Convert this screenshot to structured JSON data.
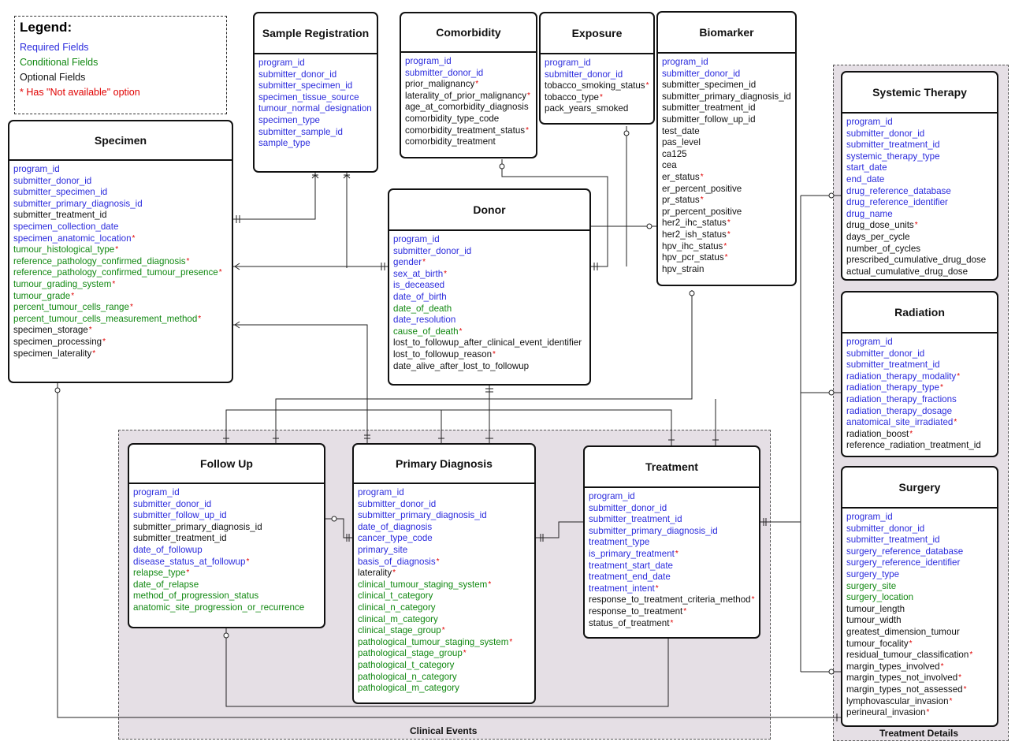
{
  "legend": {
    "title": "Legend:",
    "items": [
      {
        "text": "Required Fields",
        "kind": "req"
      },
      {
        "text": "Conditional Fields",
        "kind": "cond"
      },
      {
        "text": "Optional Fields",
        "kind": "opt"
      },
      {
        "text": "* Has \"Not available\" option",
        "kind": "star"
      }
    ]
  },
  "colors": {
    "required": "#2b2bdd",
    "conditional": "#118811",
    "optional": "#111111",
    "star": "#e00000",
    "group_bg": "#e5dfe5"
  },
  "groups": {
    "clinical_events": "Clinical Events",
    "treatment_details": "Treatment Details"
  },
  "entities": {
    "sample_registration": {
      "title": "Sample Registration",
      "fields": [
        {
          "name": "program_id",
          "kind": "req",
          "star": false
        },
        {
          "name": "submitter_donor_id",
          "kind": "req",
          "star": false
        },
        {
          "name": "submitter_specimen_id",
          "kind": "req",
          "star": false
        },
        {
          "name": "specimen_tissue_source",
          "kind": "req",
          "star": false
        },
        {
          "name": "tumour_normal_designation",
          "kind": "req",
          "star": false
        },
        {
          "name": "specimen_type",
          "kind": "req",
          "star": false
        },
        {
          "name": "submitter_sample_id",
          "kind": "req",
          "star": false
        },
        {
          "name": "sample_type",
          "kind": "req",
          "star": false
        }
      ]
    },
    "comorbidity": {
      "title": "Comorbidity",
      "fields": [
        {
          "name": "program_id",
          "kind": "req",
          "star": false
        },
        {
          "name": "submitter_donor_id",
          "kind": "req",
          "star": false
        },
        {
          "name": "prior_malignancy",
          "kind": "opt",
          "star": true
        },
        {
          "name": "laterality_of_prior_malignancy",
          "kind": "opt",
          "star": true
        },
        {
          "name": "age_at_comorbidity_diagnosis",
          "kind": "opt",
          "star": false
        },
        {
          "name": "comorbidity_type_code",
          "kind": "opt",
          "star": false
        },
        {
          "name": "comorbidity_treatment_status",
          "kind": "opt",
          "star": true
        },
        {
          "name": "comorbidity_treatment",
          "kind": "opt",
          "star": false
        }
      ]
    },
    "exposure": {
      "title": "Exposure",
      "fields": [
        {
          "name": "program_id",
          "kind": "req",
          "star": false
        },
        {
          "name": "submitter_donor_id",
          "kind": "req",
          "star": false
        },
        {
          "name": "tobacco_smoking_status",
          "kind": "opt",
          "star": true
        },
        {
          "name": "tobacco_type",
          "kind": "opt",
          "star": true
        },
        {
          "name": "pack_years_smoked",
          "kind": "opt",
          "star": false
        }
      ]
    },
    "biomarker": {
      "title": "Biomarker",
      "fields": [
        {
          "name": "program_id",
          "kind": "req",
          "star": false
        },
        {
          "name": "submitter_donor_id",
          "kind": "req",
          "star": false
        },
        {
          "name": "submitter_specimen_id",
          "kind": "opt",
          "star": false
        },
        {
          "name": "submitter_primary_diagnosis_id",
          "kind": "opt",
          "star": false
        },
        {
          "name": "submitter_treatment_id",
          "kind": "opt",
          "star": false
        },
        {
          "name": "submitter_follow_up_id",
          "kind": "opt",
          "star": false
        },
        {
          "name": "test_date",
          "kind": "opt",
          "star": false
        },
        {
          "name": "pas_level",
          "kind": "opt",
          "star": false
        },
        {
          "name": "ca125",
          "kind": "opt",
          "star": false
        },
        {
          "name": "cea",
          "kind": "opt",
          "star": false
        },
        {
          "name": "er_status",
          "kind": "opt",
          "star": true
        },
        {
          "name": "er_percent_positive",
          "kind": "opt",
          "star": false
        },
        {
          "name": "pr_status",
          "kind": "opt",
          "star": true
        },
        {
          "name": "pr_percent_positive",
          "kind": "opt",
          "star": false
        },
        {
          "name": "her2_ihc_status",
          "kind": "opt",
          "star": true
        },
        {
          "name": "her2_ish_status",
          "kind": "opt",
          "star": true
        },
        {
          "name": "hpv_ihc_status",
          "kind": "opt",
          "star": true
        },
        {
          "name": "hpv_pcr_status",
          "kind": "opt",
          "star": true
        },
        {
          "name": "hpv_strain",
          "kind": "opt",
          "star": false
        }
      ]
    },
    "specimen": {
      "title": "Specimen",
      "fields": [
        {
          "name": "program_id",
          "kind": "req",
          "star": false
        },
        {
          "name": "submitter_donor_id",
          "kind": "req",
          "star": false
        },
        {
          "name": "submitter_specimen_id",
          "kind": "req",
          "star": false
        },
        {
          "name": "submitter_primary_diagnosis_id",
          "kind": "req",
          "star": false
        },
        {
          "name": "submitter_treatment_id",
          "kind": "opt",
          "star": false
        },
        {
          "name": "specimen_collection_date",
          "kind": "req",
          "star": false
        },
        {
          "name": "specimen_anatomic_location",
          "kind": "req",
          "star": true
        },
        {
          "name": "tumour_histological_type",
          "kind": "cond",
          "star": true
        },
        {
          "name": "reference_pathology_confirmed_diagnosis",
          "kind": "cond",
          "star": true
        },
        {
          "name": "reference_pathology_confirmed_tumour_presence",
          "kind": "cond",
          "star": true
        },
        {
          "name": "tumour_grading_system",
          "kind": "cond",
          "star": true
        },
        {
          "name": "tumour_grade",
          "kind": "cond",
          "star": true
        },
        {
          "name": "percent_tumour_cells_range",
          "kind": "cond",
          "star": true
        },
        {
          "name": "percent_tumour_cells_measurement_method",
          "kind": "cond",
          "star": true
        },
        {
          "name": "specimen_storage",
          "kind": "opt",
          "star": true
        },
        {
          "name": "specimen_processing",
          "kind": "opt",
          "star": true
        },
        {
          "name": "specimen_laterality",
          "kind": "opt",
          "star": true
        }
      ]
    },
    "donor": {
      "title": "Donor",
      "fields": [
        {
          "name": "program_id",
          "kind": "req",
          "star": false
        },
        {
          "name": "submitter_donor_id",
          "kind": "req",
          "star": false
        },
        {
          "name": "gender",
          "kind": "req",
          "star": true
        },
        {
          "name": "sex_at_birth",
          "kind": "req",
          "star": true
        },
        {
          "name": "is_deceased",
          "kind": "req",
          "star": false
        },
        {
          "name": "date_of_birth",
          "kind": "req",
          "star": false
        },
        {
          "name": "date_of_death",
          "kind": "cond",
          "star": false
        },
        {
          "name": "date_resolution",
          "kind": "req",
          "star": false
        },
        {
          "name": "cause_of_death",
          "kind": "cond",
          "star": true
        },
        {
          "name": "lost_to_followup_after_clinical_event_identifier",
          "kind": "opt",
          "star": false
        },
        {
          "name": "lost_to_followup_reason",
          "kind": "opt",
          "star": true
        },
        {
          "name": "date_alive_after_lost_to_followup",
          "kind": "opt",
          "star": false
        }
      ]
    },
    "systemic_therapy": {
      "title": "Systemic Therapy",
      "fields": [
        {
          "name": "program_id",
          "kind": "req",
          "star": false
        },
        {
          "name": "submitter_donor_id",
          "kind": "req",
          "star": false
        },
        {
          "name": "submitter_treatment_id",
          "kind": "req",
          "star": false
        },
        {
          "name": "systemic_therapy_type",
          "kind": "req",
          "star": false
        },
        {
          "name": "start_date",
          "kind": "req",
          "star": false
        },
        {
          "name": "end_date",
          "kind": "req",
          "star": false
        },
        {
          "name": "drug_reference_database",
          "kind": "req",
          "star": false
        },
        {
          "name": "drug_reference_identifier",
          "kind": "req",
          "star": false
        },
        {
          "name": "drug_name",
          "kind": "req",
          "star": false
        },
        {
          "name": "drug_dose_units",
          "kind": "opt",
          "star": true
        },
        {
          "name": "days_per_cycle",
          "kind": "opt",
          "star": false
        },
        {
          "name": "number_of_cycles",
          "kind": "opt",
          "star": false
        },
        {
          "name": "prescribed_cumulative_drug_dose",
          "kind": "opt",
          "star": false
        },
        {
          "name": "actual_cumulative_drug_dose",
          "kind": "opt",
          "star": false
        }
      ]
    },
    "radiation": {
      "title": "Radiation",
      "fields": [
        {
          "name": "program_id",
          "kind": "req",
          "star": false
        },
        {
          "name": "submitter_donor_id",
          "kind": "req",
          "star": false
        },
        {
          "name": "submitter_treatment_id",
          "kind": "req",
          "star": false
        },
        {
          "name": "radiation_therapy_modality",
          "kind": "req",
          "star": true
        },
        {
          "name": "radiation_therapy_type",
          "kind": "req",
          "star": true
        },
        {
          "name": "radiation_therapy_fractions",
          "kind": "req",
          "star": false
        },
        {
          "name": "radiation_therapy_dosage",
          "kind": "req",
          "star": false
        },
        {
          "name": "anatomical_site_irradiated",
          "kind": "req",
          "star": true
        },
        {
          "name": "radiation_boost",
          "kind": "opt",
          "star": true
        },
        {
          "name": "reference_radiation_treatment_id",
          "kind": "opt",
          "star": false
        }
      ]
    },
    "surgery": {
      "title": "Surgery",
      "fields": [
        {
          "name": "program_id",
          "kind": "req",
          "star": false
        },
        {
          "name": "submitter_donor_id",
          "kind": "req",
          "star": false
        },
        {
          "name": "submitter_treatment_id",
          "kind": "req",
          "star": false
        },
        {
          "name": "surgery_reference_database",
          "kind": "req",
          "star": false
        },
        {
          "name": "surgery_reference_identifier",
          "kind": "req",
          "star": false
        },
        {
          "name": "surgery_type",
          "kind": "req",
          "star": false
        },
        {
          "name": "surgery_site",
          "kind": "cond",
          "star": false
        },
        {
          "name": "surgery_location",
          "kind": "cond",
          "star": false
        },
        {
          "name": "tumour_length",
          "kind": "opt",
          "star": false
        },
        {
          "name": "tumour_width",
          "kind": "opt",
          "star": false
        },
        {
          "name": "greatest_dimension_tumour",
          "kind": "opt",
          "star": false
        },
        {
          "name": "tumour_focality",
          "kind": "opt",
          "star": true
        },
        {
          "name": "residual_tumour_classification",
          "kind": "opt",
          "star": true
        },
        {
          "name": "margin_types_involved",
          "kind": "opt",
          "star": true
        },
        {
          "name": "margin_types_not_involved",
          "kind": "opt",
          "star": true
        },
        {
          "name": "margin_types_not_assessed",
          "kind": "opt",
          "star": true
        },
        {
          "name": "lymphovascular_invasion",
          "kind": "opt",
          "star": true
        },
        {
          "name": "perineural_invasion",
          "kind": "opt",
          "star": true
        }
      ]
    },
    "follow_up": {
      "title": "Follow Up",
      "fields": [
        {
          "name": "program_id",
          "kind": "req",
          "star": false
        },
        {
          "name": "submitter_donor_id",
          "kind": "req",
          "star": false
        },
        {
          "name": "submitter_follow_up_id",
          "kind": "req",
          "star": false
        },
        {
          "name": "submitter_primary_diagnosis_id",
          "kind": "opt",
          "star": false
        },
        {
          "name": "submitter_treatment_id",
          "kind": "opt",
          "star": false
        },
        {
          "name": "date_of_followup",
          "kind": "req",
          "star": false
        },
        {
          "name": "disease_status_at_followup",
          "kind": "req",
          "star": true
        },
        {
          "name": "relapse_type",
          "kind": "cond",
          "star": true
        },
        {
          "name": "date_of_relapse",
          "kind": "cond",
          "star": false
        },
        {
          "name": "method_of_progression_status",
          "kind": "cond",
          "star": false
        },
        {
          "name": "anatomic_site_progression_or_recurrence",
          "kind": "cond",
          "star": false
        }
      ]
    },
    "primary_diagnosis": {
      "title": "Primary Diagnosis",
      "fields": [
        {
          "name": "program_id",
          "kind": "req",
          "star": false
        },
        {
          "name": "submitter_donor_id",
          "kind": "req",
          "star": false
        },
        {
          "name": "submitter_primary_diagnosis_id",
          "kind": "req",
          "star": false
        },
        {
          "name": "date_of_diagnosis",
          "kind": "req",
          "star": false
        },
        {
          "name": "cancer_type_code",
          "kind": "req",
          "star": false
        },
        {
          "name": "primary_site",
          "kind": "req",
          "star": false
        },
        {
          "name": "basis_of_diagnosis",
          "kind": "req",
          "star": true
        },
        {
          "name": "laterality",
          "kind": "opt",
          "star": true
        },
        {
          "name": "clinical_tumour_staging_system",
          "kind": "cond",
          "star": true
        },
        {
          "name": "clinical_t_category",
          "kind": "cond",
          "star": false
        },
        {
          "name": "clinical_n_category",
          "kind": "cond",
          "star": false
        },
        {
          "name": "clinical_m_category",
          "kind": "cond",
          "star": false
        },
        {
          "name": "clinical_stage_group",
          "kind": "cond",
          "star": true
        },
        {
          "name": "pathological_tumour_staging_system",
          "kind": "cond",
          "star": true
        },
        {
          "name": "pathological_stage_group",
          "kind": "cond",
          "star": true
        },
        {
          "name": "pathological_t_category",
          "kind": "cond",
          "star": false
        },
        {
          "name": "pathological_n_category",
          "kind": "cond",
          "star": false
        },
        {
          "name": "pathological_m_category",
          "kind": "cond",
          "star": false
        }
      ]
    },
    "treatment": {
      "title": "Treatment",
      "fields": [
        {
          "name": "program_id",
          "kind": "req",
          "star": false
        },
        {
          "name": "submitter_donor_id",
          "kind": "req",
          "star": false
        },
        {
          "name": "submitter_treatment_id",
          "kind": "req",
          "star": false
        },
        {
          "name": "submitter_primary_diagnosis_id",
          "kind": "req",
          "star": false
        },
        {
          "name": "treatment_type",
          "kind": "req",
          "star": false
        },
        {
          "name": "is_primary_treatment",
          "kind": "req",
          "star": true
        },
        {
          "name": "treatment_start_date",
          "kind": "req",
          "star": false
        },
        {
          "name": "treatment_end_date",
          "kind": "req",
          "star": false
        },
        {
          "name": "treatment_intent",
          "kind": "req",
          "star": true
        },
        {
          "name": "response_to_treatment_criteria_method",
          "kind": "opt",
          "star": true
        },
        {
          "name": "response_to_treatment",
          "kind": "opt",
          "star": true
        },
        {
          "name": "status_of_treatment",
          "kind": "opt",
          "star": true
        }
      ]
    }
  }
}
